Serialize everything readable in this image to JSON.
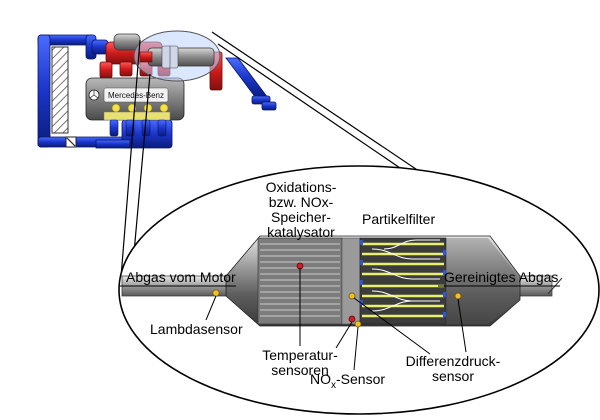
{
  "labels": {
    "oxidation_line1": "Oxidations-",
    "oxidation_line2": "bzw. NOx-",
    "oxidation_line3": "Speicher-",
    "oxidation_line4": "katalysator",
    "particle_filter": "Partikelfilter",
    "exhaust_in": "Abgas vom Motor",
    "exhaust_out": "Gereinigtes Abgas",
    "lambda_sensor": "Lambdasensor",
    "temp_line1": "Temperatur-",
    "temp_line2": "sensoren",
    "nox_prefix": "NO",
    "nox_sub": "x",
    "nox_suffix": "-Sensor",
    "diff_line1": "Differenzdruck-",
    "diff_line2": "sensor",
    "engine_brand": "Mercedes-Benz"
  },
  "colors": {
    "coolant_blue": "#1f3fd8",
    "exhaust_red": "#d01a1a",
    "lambda_sensor": "#f0c020",
    "temp_sensor": "#cc1f2a",
    "filter_channels": "#e8f070",
    "catalyst_grey": "#6a6a6a"
  }
}
